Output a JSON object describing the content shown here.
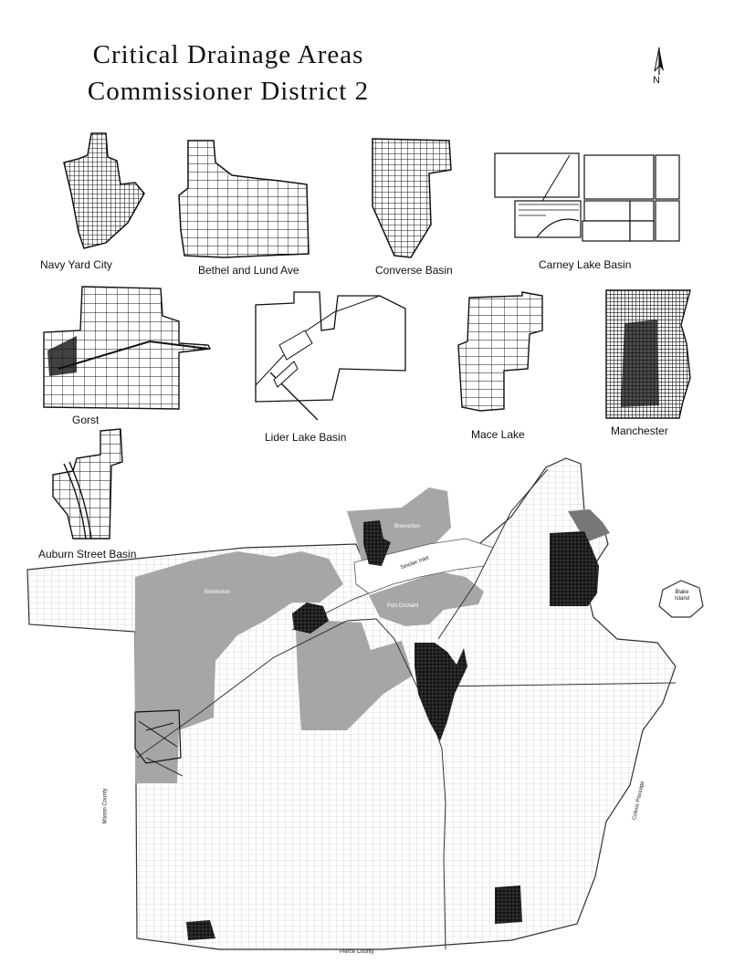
{
  "title": {
    "line1": "Critical Drainage Areas",
    "line2": "Commissioner District 2"
  },
  "north_arrow": {
    "letter": "N",
    "icon": "north-arrow-icon"
  },
  "basins": [
    {
      "name": "Navy Yard City"
    },
    {
      "name": "Bethel and Lund Ave"
    },
    {
      "name": "Converse Basin"
    },
    {
      "name": "Carney Lake Basin"
    },
    {
      "name": "Gorst"
    },
    {
      "name": "Lider Lake Basin"
    },
    {
      "name": "Mace Lake"
    },
    {
      "name": "Manchester"
    },
    {
      "name": "Auburn Street Basin"
    }
  ],
  "map_labels": {
    "bremerton_north": "Bremerton",
    "bremerton_west": "Bremerton",
    "port_orchard": "Port Orchard",
    "sinclair_inlet": "Sinclair Inlet",
    "blake_island": "Blake Island",
    "mason_county": "Mason County",
    "pierce_county": "Pierce County",
    "colvos_passage": "Colvos Passage"
  },
  "colors": {
    "background": "#ffffff",
    "city": "#a6a6a6",
    "basin": "#0a0a0a",
    "parcels": "#8a8a8a",
    "roads": "#333333"
  }
}
